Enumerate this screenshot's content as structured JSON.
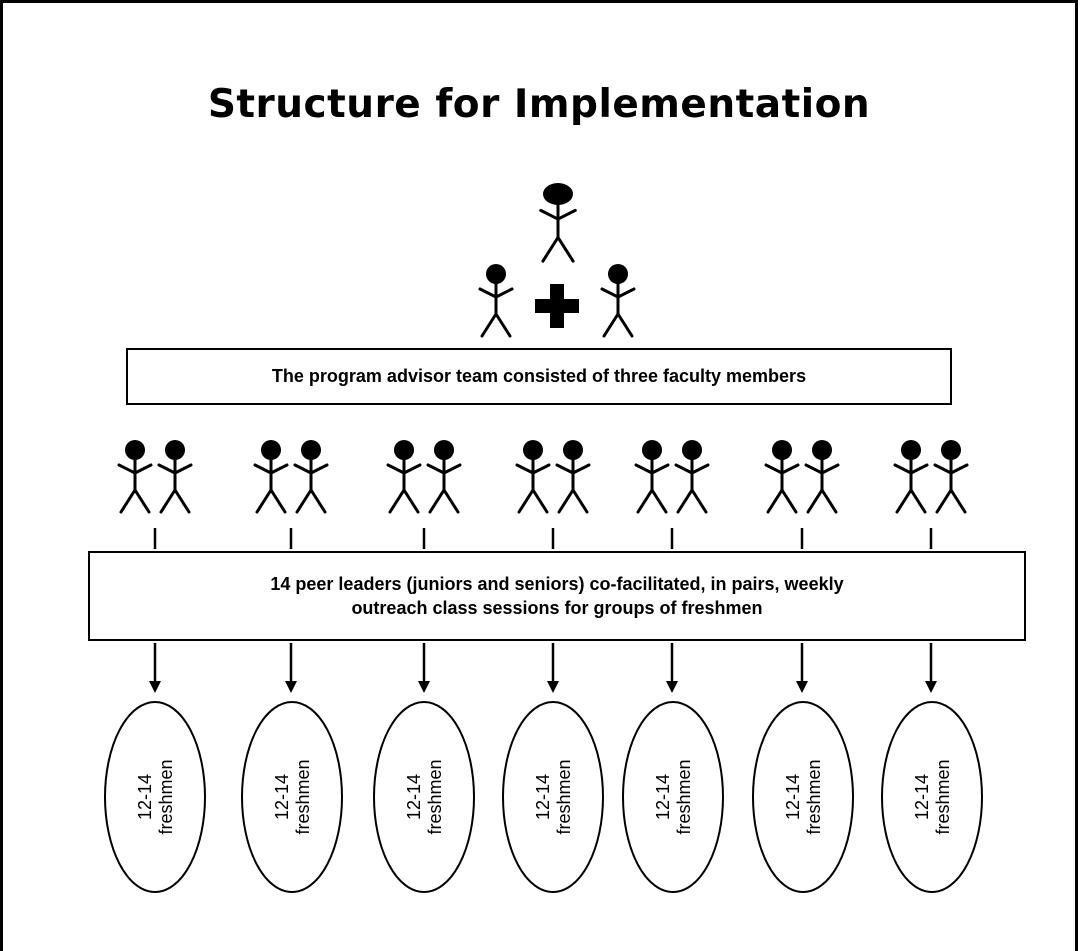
{
  "title": "Structure for Implementation",
  "advisor_box": {
    "text": "The program advisor team consisted of three faculty members"
  },
  "peer_box": {
    "line1": "14 peer leaders (juniors and seniors) co-facilitated, in pairs, weekly",
    "line2": "outreach class sessions for groups of freshmen"
  },
  "groups": [
    {
      "range": "12-14",
      "label": "freshmen"
    },
    {
      "range": "12-14",
      "label": "freshmen"
    },
    {
      "range": "12-14",
      "label": "freshmen"
    },
    {
      "range": "12-14",
      "label": "freshmen"
    },
    {
      "range": "12-14",
      "label": "freshmen"
    },
    {
      "range": "12-14",
      "label": "freshmen"
    },
    {
      "range": "12-14",
      "label": "freshmen"
    }
  ],
  "icons": {
    "advisor": "stick-figure-icon",
    "plus": "plus-icon",
    "peer_leader": "stick-figure-icon",
    "arrow": "down-arrow-icon"
  }
}
